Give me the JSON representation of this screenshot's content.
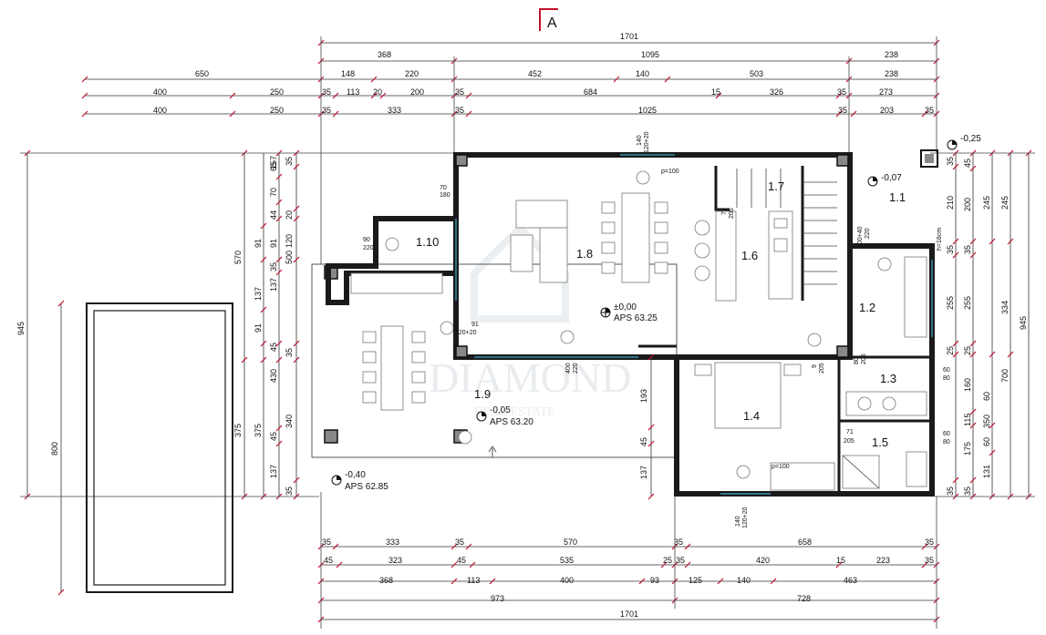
{
  "section_marker": "A",
  "rooms": {
    "r11": "1.1",
    "r12": "1.2",
    "r13": "1.3",
    "r14": "1.4",
    "r15": "1.5",
    "r16": "1.6",
    "r17": "1.7",
    "r18": "1.8",
    "r19": "1.9",
    "r110": "1.10"
  },
  "levels": {
    "main_top": "±0,00",
    "main_aps": "APS 63.25",
    "terrace_top": "-0,05",
    "terrace_aps": "APS 63.20",
    "garden_top": "-0,40",
    "garden_aps": "APS 62.85",
    "entry": "-0,07",
    "corner": "-0,25"
  },
  "watermark": {
    "brand": "DIAMOND",
    "sub": "REAL ESTATE"
  },
  "dims_top": {
    "r1": [
      "1701"
    ],
    "r2": [
      "368",
      "1095",
      "238"
    ],
    "r3": [
      "650",
      "148",
      "220",
      "452",
      "140",
      "503",
      "238"
    ],
    "r4": [
      "400",
      "250",
      "35",
      "113",
      "20",
      "200",
      "35",
      "684",
      "15",
      "326",
      "35",
      "273"
    ],
    "r5": [
      "400",
      "250",
      "35",
      "333",
      "35",
      "1025",
      "35",
      "203",
      "35"
    ]
  },
  "dims_bottom": {
    "r1": [
      "35",
      "333",
      "35",
      "570",
      "35",
      "658",
      "35"
    ],
    "r2": [
      "45",
      "323",
      "45",
      "535",
      "25",
      "35",
      "420",
      "15",
      "223",
      "35"
    ],
    "r3": [
      "368",
      "113",
      "400",
      "93",
      "125",
      "140",
      "463"
    ],
    "r4": [
      "973",
      "728"
    ],
    "r5": [
      "1701"
    ]
  },
  "dims_left": {
    "overall": "945",
    "pool": "800",
    "c1": [
      "570",
      "375"
    ],
    "c2": [
      "91",
      "91",
      "375",
      "137"
    ],
    "c3": [
      "65",
      "70",
      "44",
      "91",
      "35",
      "137",
      "45",
      "430",
      "45",
      "137"
    ],
    "c4": [
      "157",
      "20",
      "120",
      "500",
      "340"
    ],
    "c5": [
      "35",
      "35",
      "35",
      "35"
    ]
  },
  "dims_right": {
    "c1": [
      "35",
      "45",
      "35",
      "25",
      "35",
      "35"
    ],
    "c2": [
      "210",
      "200",
      "255",
      "160",
      "115",
      "60",
      "175",
      "35"
    ],
    "c3": [
      "245",
      "255",
      "350",
      "60",
      "131"
    ],
    "c4": [
      "245",
      "334",
      "700"
    ],
    "c5": [
      "945"
    ]
  },
  "annotations": {
    "win_top": "140",
    "win_top2": "120+20",
    "door_110_a": "90",
    "door_110_b": "220",
    "w18_a": "70",
    "w18_b": "180",
    "door_19_a": "91",
    "door_19_b": "220+20",
    "door_wide_a": "400",
    "door_wide_b": "220",
    "p100": "p=100",
    "p100b": "p=100",
    "d12_a": "100+40",
    "d12_b": "220",
    "stair": "h=18cm",
    "d13_a": "80",
    "d13_b": "205",
    "d14_a": "9",
    "d14_b": "205",
    "d15_a": "71",
    "d15_b": "205",
    "w15_a": "60",
    "w15_b": "80",
    "w13_a": "60",
    "w13_b": "80",
    "win_bot": "140",
    "win_bot2": "120+20",
    "v193": "193",
    "v45": "45",
    "v137": "137",
    "k71": "71",
    "k205": "205"
  }
}
